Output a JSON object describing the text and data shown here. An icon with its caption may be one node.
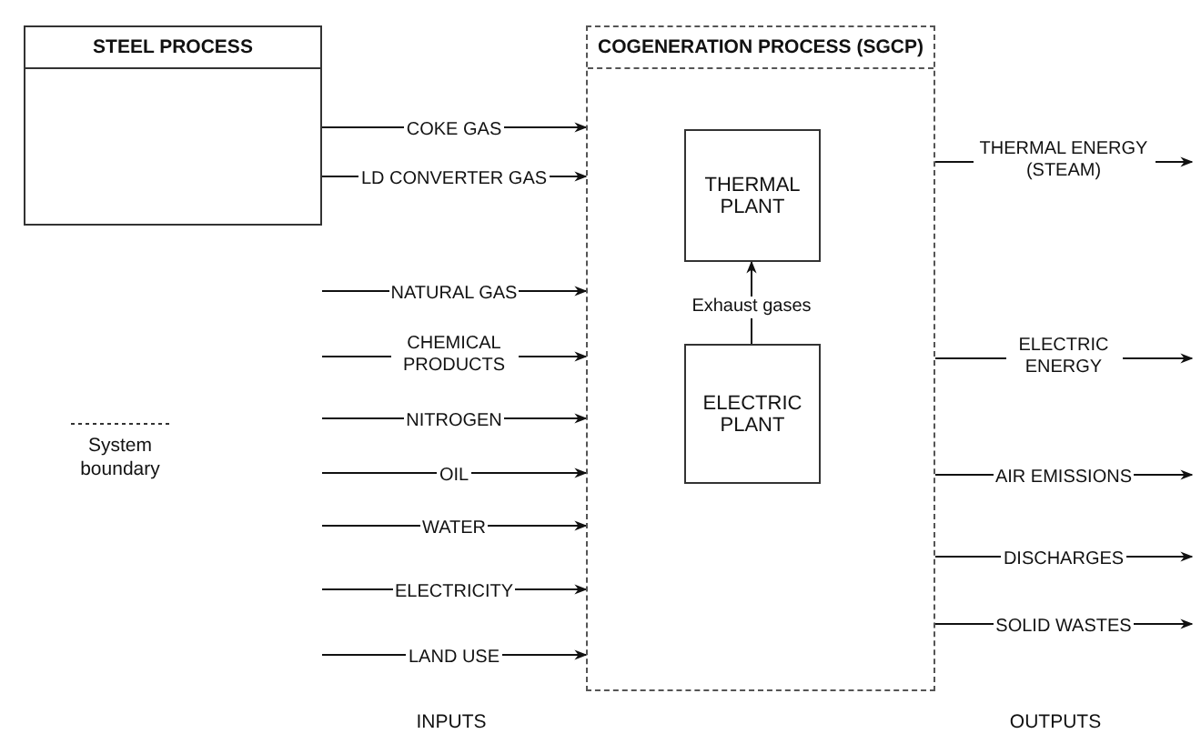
{
  "diagram": {
    "nodes": [
      {
        "text": [
          "STEEL PROCESS"
        ]
      },
      {
        "text": [
          "COGENERATION PROCESS (SGCP)"
        ]
      },
      {
        "text": [
          "THERMAL PLANT"
        ],
        "in": 1
      },
      {
        "text": [
          "ELECTRIC PLANT"
        ],
        "in": 1
      }
    ],
    "edges": [
      {
        "from": 0,
        "to": 1,
        "arrow": "to",
        "label": "COKE GAS"
      },
      {
        "from": 0,
        "to": 1,
        "arrow": "to",
        "label": "LD CONVERTER GAS"
      },
      {
        "from": null,
        "to": 1,
        "arrow": "to",
        "label": "NATURAL GAS"
      },
      {
        "from": null,
        "to": 1,
        "arrow": "to",
        "label": "CHEMICAL PRODUCTS"
      },
      {
        "from": null,
        "to": 1,
        "arrow": "to",
        "label": "NITROGEN"
      },
      {
        "from": null,
        "to": 1,
        "arrow": "to",
        "label": "OIL"
      },
      {
        "from": null,
        "to": 1,
        "arrow": "to",
        "label": "WATER"
      },
      {
        "from": null,
        "to": 1,
        "arrow": "to",
        "label": "ELECTRICITY"
      },
      {
        "from": null,
        "to": 1,
        "arrow": "to",
        "label": "LAND USE"
      },
      {
        "from": 3,
        "to": 2,
        "arrow": "to",
        "label": "Exhaust gases"
      },
      {
        "from": 1,
        "to": null,
        "arrow": "to",
        "label": "THERMAL ENERGY (STEAM)"
      },
      {
        "from": 1,
        "to": null,
        "arrow": "to",
        "label": "ELECTRIC ENERGY"
      },
      {
        "from": 1,
        "to": null,
        "arrow": "to",
        "label": "AIR EMISSIONS"
      },
      {
        "from": 1,
        "to": null,
        "arrow": "to",
        "label": "DISCHARGES"
      },
      {
        "from": 1,
        "to": null,
        "arrow": "to",
        "label": "SOLID WASTES"
      }
    ],
    "labels": [
      "INPUTS",
      "OUTPUTS"
    ],
    "legend": [
      {
        "text": "System boundary"
      }
    ]
  }
}
